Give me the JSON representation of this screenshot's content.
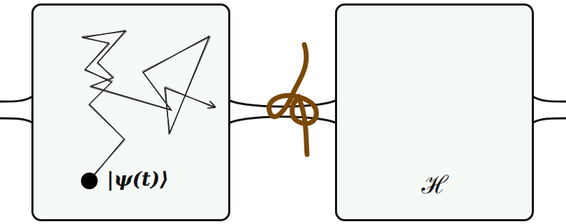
{
  "diagram": {
    "nodes": [
      {
        "text": [
          "|ψ(t)⟩"
        ]
      },
      {
        "text": [
          "ℋ"
        ]
      }
    ],
    "edges": [
      {
        "from": 0,
        "to": 1,
        "arrow": "none"
      }
    ]
  }
}
